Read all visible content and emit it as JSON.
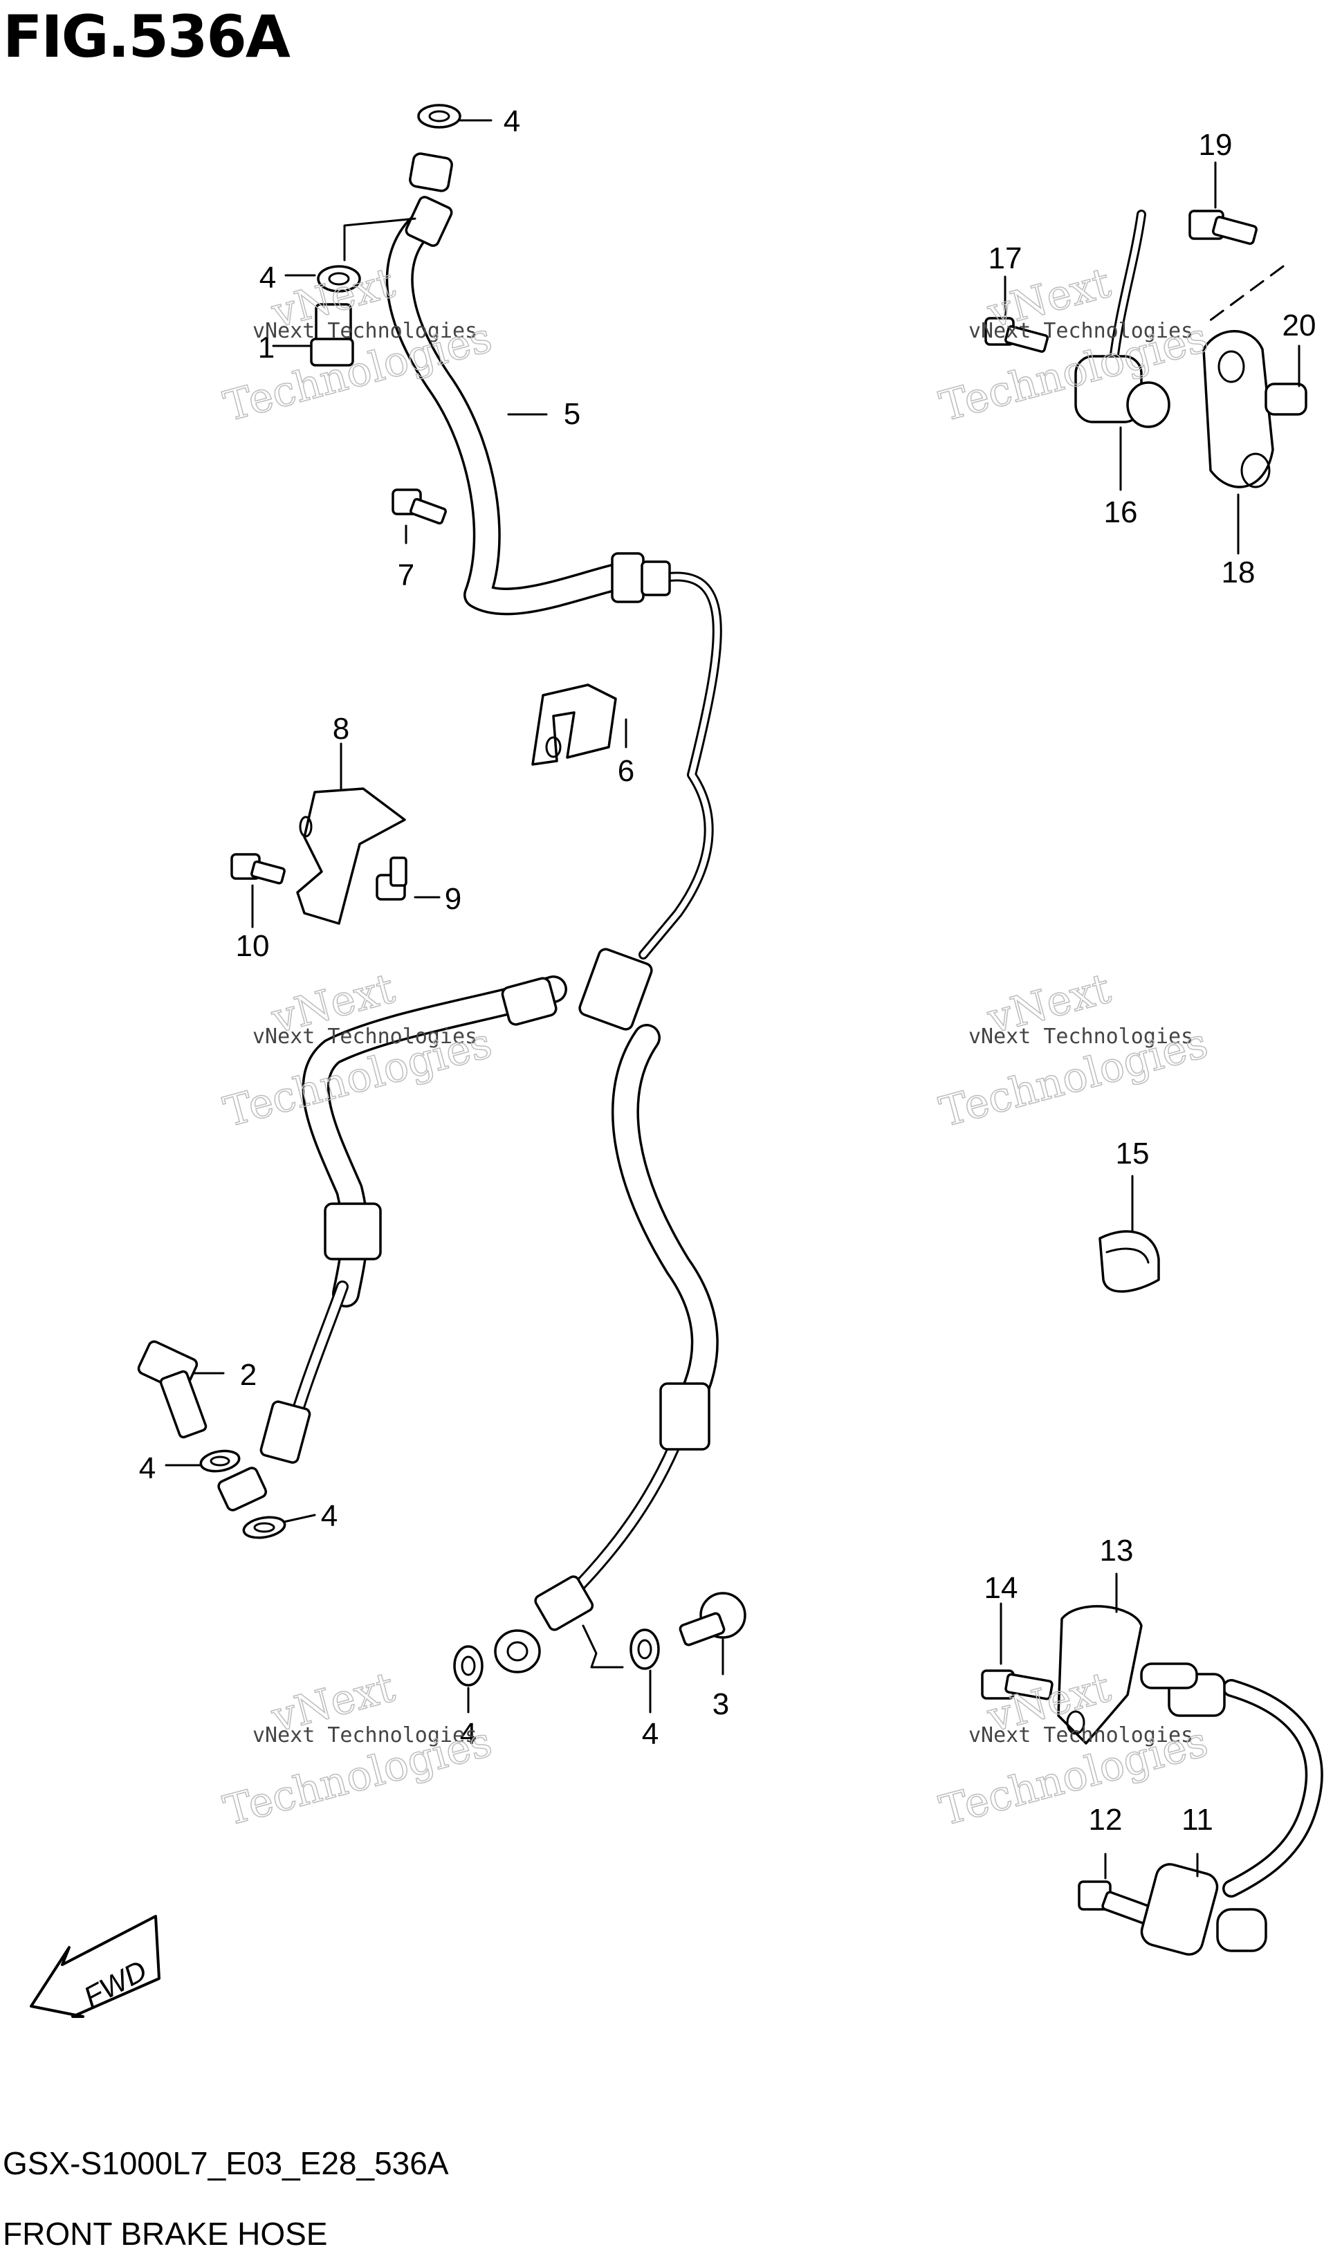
{
  "figure": {
    "title": "FIG.536A",
    "code": "GSX-S1000L7_E03_E28_536A",
    "caption": "FRONT BRAKE HOSE"
  },
  "callouts": [
    "1",
    "2",
    "3",
    "4",
    "5",
    "6",
    "7",
    "8",
    "9",
    "10",
    "11",
    "12",
    "13",
    "14",
    "15",
    "16",
    "17",
    "18",
    "19",
    "20"
  ],
  "fwd_label": "FWD",
  "watermark": {
    "line1": "vNext Technologies",
    "line2": "vNext",
    "line3": "Technologies"
  }
}
